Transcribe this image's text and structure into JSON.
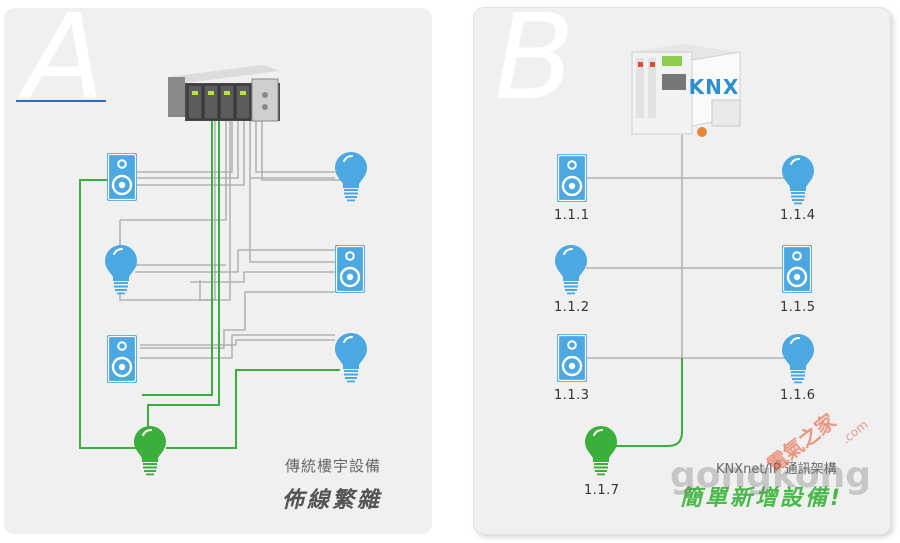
{
  "panel_a": {
    "letter": "A",
    "caption_small": "傳統樓宇設備",
    "caption_big": "佈線繁雜"
  },
  "panel_b": {
    "letter": "B",
    "controller_logo": "KNX",
    "caption_small": "KNXnet/IP 通訊架構",
    "caption_big": "簡單新增設備!",
    "addresses": [
      "1.1.1",
      "1.1.2",
      "1.1.3",
      "1.1.4",
      "1.1.5",
      "1.1.6",
      "1.1.7"
    ]
  },
  "watermark": {
    "text": "gongkong",
    "cn": "電氣之家",
    "domain": ".com"
  },
  "colors": {
    "device_blue": "#4ba8e0",
    "wire_gray": "#a6a6a6",
    "wire_green": "#3cae3c",
    "bulb_green": "#3cae3c",
    "panel_bg": "#f0f0f0"
  },
  "icons": [
    "plc-controller-icon",
    "knx-controller-icon",
    "speaker-icon",
    "light-bulb-icon"
  ]
}
